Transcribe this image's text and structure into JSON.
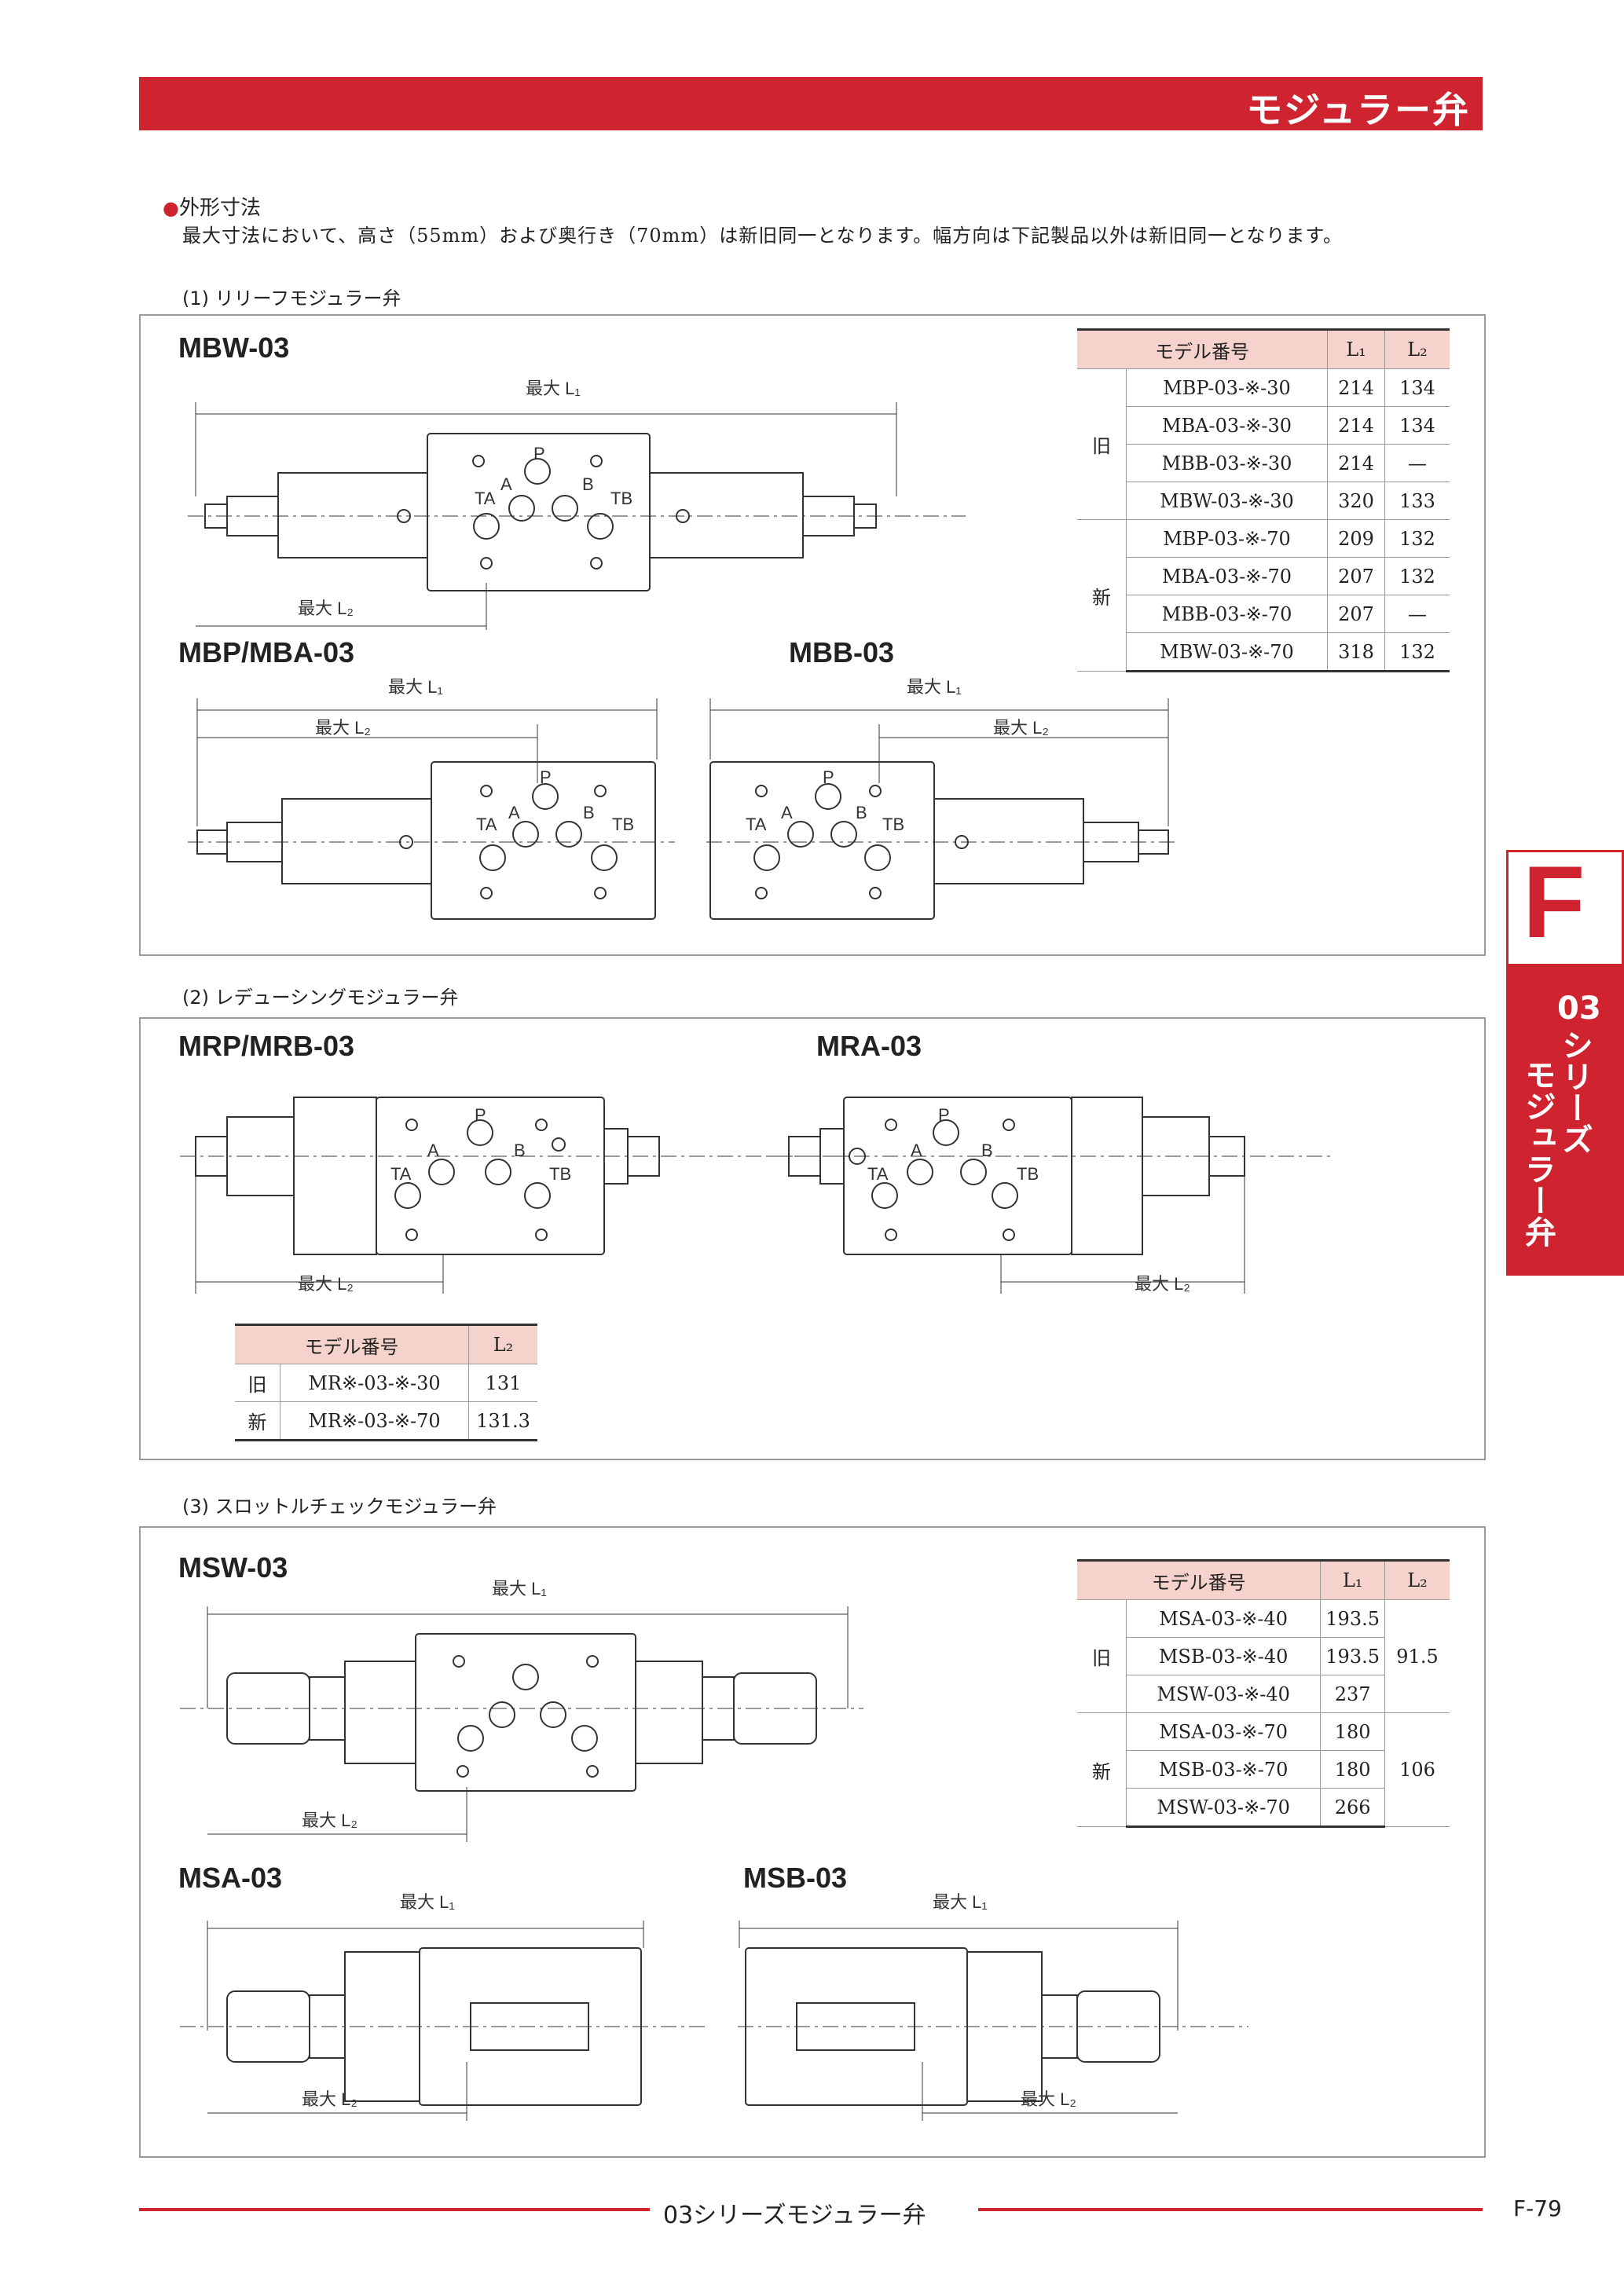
{
  "header": {
    "title": "モジュラー弁"
  },
  "intro": {
    "title": "外形寸法",
    "text": "最大寸法において、高さ（55mm）および奥行き（70mm）は新旧同一となります。幅方向は下記製品以外は新旧同一となります。"
  },
  "section1": {
    "label": "(1) リリーフモジュラー弁",
    "models": {
      "mbw": "MBW-03",
      "mbp": "MBP/MBA-03",
      "mbb": "MBB-03"
    },
    "dims": {
      "l1": "最大 L₁",
      "l2": "最大 L₂"
    },
    "table": {
      "headers": [
        "モデル番号",
        "L₁",
        "L₂"
      ],
      "groups": [
        {
          "name": "旧",
          "rows": [
            [
              "MBP-03-※-30",
              "214",
              "134"
            ],
            [
              "MBA-03-※-30",
              "214",
              "134"
            ],
            [
              "MBB-03-※-30",
              "214",
              "—"
            ],
            [
              "MBW-03-※-30",
              "320",
              "133"
            ]
          ]
        },
        {
          "name": "新",
          "rows": [
            [
              "MBP-03-※-70",
              "209",
              "132"
            ],
            [
              "MBA-03-※-70",
              "207",
              "132"
            ],
            [
              "MBB-03-※-70",
              "207",
              "—"
            ],
            [
              "MBW-03-※-70",
              "318",
              "132"
            ]
          ]
        }
      ]
    },
    "port_labels": {
      "p": "P",
      "a": "A",
      "b": "B",
      "ta": "TA",
      "tb": "TB"
    }
  },
  "section2": {
    "label": "(2) レデューシングモジュラー弁",
    "models": {
      "mrp": "MRP/MRB-03",
      "mra": "MRA-03"
    },
    "dims": {
      "l2": "最大 L₂"
    },
    "table": {
      "headers": [
        "モデル番号",
        "L₂"
      ],
      "rows": [
        [
          "旧",
          "MR※-03-※-30",
          "131"
        ],
        [
          "新",
          "MR※-03-※-70",
          "131.3"
        ]
      ]
    }
  },
  "section3": {
    "label": "(3) スロットルチェックモジュラー弁",
    "models": {
      "msw": "MSW-03",
      "msa": "MSA-03",
      "msb": "MSB-03"
    },
    "dims": {
      "l1": "最大 L₁",
      "l2": "最大 L₂"
    },
    "table": {
      "headers": [
        "モデル番号",
        "L₁",
        "L₂"
      ],
      "groups": [
        {
          "name": "旧",
          "l2": "91.5",
          "rows": [
            [
              "MSA-03-※-40",
              "193.5"
            ],
            [
              "MSB-03-※-40",
              "193.5"
            ],
            [
              "MSW-03-※-40",
              "237"
            ]
          ]
        },
        {
          "name": "新",
          "l2": "106",
          "rows": [
            [
              "MSA-03-※-70",
              "180"
            ],
            [
              "MSB-03-※-70",
              "180"
            ],
            [
              "MSW-03-※-70",
              "266"
            ]
          ]
        }
      ]
    }
  },
  "side_tab": {
    "letter": "F",
    "line1": "03",
    "line2": "シリーズ",
    "line3": "モジュラー弁"
  },
  "footer": {
    "title": "03シリーズモジュラー弁",
    "page": "F-79"
  },
  "colors": {
    "accent": "#cf2430",
    "table_header": "#f5d3cc"
  }
}
